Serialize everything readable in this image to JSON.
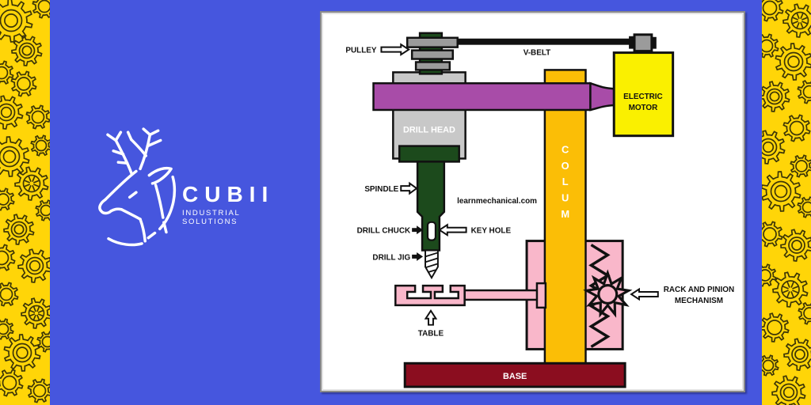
{
  "brand": {
    "name": "CUBII",
    "tagline": "INDUSTRIAL SOLUTIONS"
  },
  "diagram": {
    "watermark": "learnmechanical.com",
    "labels": {
      "pulley": "PULLEY",
      "v_belt": "V-BELT",
      "electric_motor_line1": "ELECTRIC",
      "electric_motor_line2": "MOTOR",
      "drill_head": "DRILL HEAD",
      "spindle": "SPINDLE",
      "drill_chuck": "DRILL CHUCK",
      "key_hole": "KEY HOLE",
      "drill_jig": "DRILL JIG",
      "table": "TABLE",
      "rack_line1": "RACK AND PINION",
      "rack_line2": "MECHANISM",
      "base": "BASE"
    },
    "column_letters": [
      "C",
      "O",
      "L",
      "U",
      "M"
    ],
    "colors": {
      "background_blue": "#4656DE",
      "gear_strip_yellow": "#FFD508",
      "gear_outline": "#3c3607",
      "arm_purple": "#A84CA8",
      "column_gold": "#FBBE06",
      "motor_yellow": "#FAF000",
      "machine_pink": "#F9B7CA",
      "base_maroon": "#8B0D1F",
      "spindle_green": "#1C4A1C",
      "head_gray": "#C8C8C8",
      "pulley_gray": "#9B9B9B",
      "outline_black": "#111111",
      "logo_white": "#FFFFFF"
    }
  }
}
